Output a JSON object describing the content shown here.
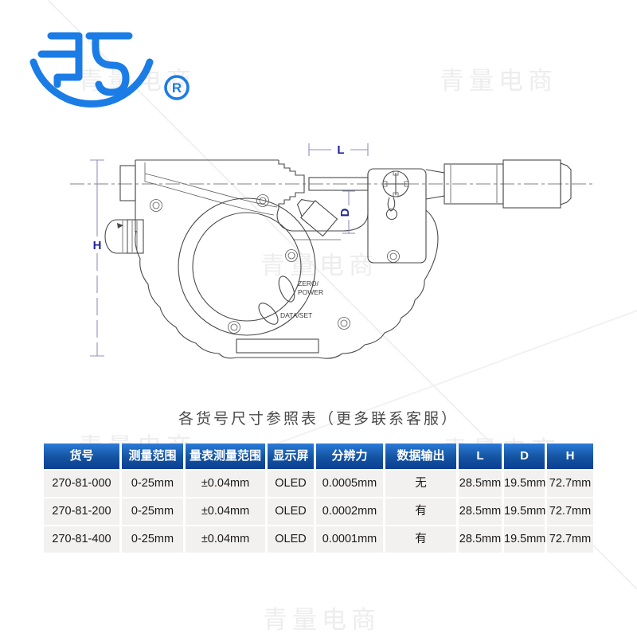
{
  "watermark": {
    "text": "青量电商"
  },
  "logo": {
    "registered": "R"
  },
  "drawing": {
    "dim_h": "H",
    "dim_l": "L",
    "dim_d": "D",
    "zero_power_line1": "ZERO/",
    "zero_power_line2": "POWER",
    "data_set": "DATA/SET"
  },
  "section": {
    "title": "各货号尺寸参照表（更多联系客服）"
  },
  "table": {
    "columns": [
      "货号",
      "测量范围",
      "量表测量范围",
      "显示屏",
      "分辨力",
      "数据输出",
      "L",
      "D",
      "H"
    ],
    "rows": [
      [
        "270-81-000",
        "0-25mm",
        "±0.04mm",
        "OLED",
        "0.0005mm",
        "无",
        "28.5mm",
        "19.5mm",
        "72.7mm"
      ],
      [
        "270-81-200",
        "0-25mm",
        "±0.04mm",
        "OLED",
        "0.0002mm",
        "有",
        "28.5mm",
        "19.5mm",
        "72.7mm"
      ],
      [
        "270-81-400",
        "0-25mm",
        "±0.04mm",
        "OLED",
        "0.0001mm",
        "有",
        "28.5mm",
        "19.5mm",
        "72.7mm"
      ]
    ]
  },
  "colors": {
    "accent_blue": "#1b7ce6",
    "header_top": "#2b7ad8",
    "header_bottom": "#0b3f94",
    "row_bg": "#f2f1ef",
    "dim_label": "#23239b",
    "watermark": "#ededed"
  }
}
